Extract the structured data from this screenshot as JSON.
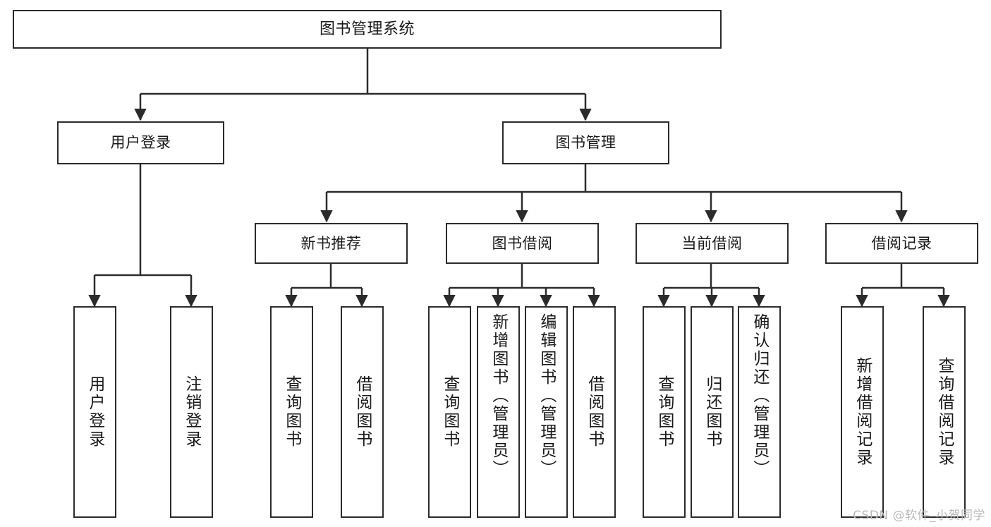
{
  "diagram": {
    "title": "图书管理系统",
    "type": "tree-hierarchy",
    "colors": {
      "border": "#2b2b2b",
      "background": "#ffffff",
      "text": "#1a1a1a",
      "watermark": "#b9b9b9"
    },
    "levels": {
      "level1": [
        "图书管理系统"
      ],
      "level2": [
        "用户登录",
        "图书管理"
      ],
      "level3": [
        "新书推荐",
        "图书借阅",
        "当前借阅",
        "借阅记录"
      ],
      "level4": [
        "用户登录",
        "注销登录",
        "查询图书",
        "借阅图书",
        "查询图书",
        "新增图书（管理员）",
        "编辑图书（管理员）",
        "借阅图书",
        "查询图书",
        "归还图书",
        "确认归还（管理员）",
        "新增借阅记录",
        "查询借阅记录"
      ]
    },
    "nodes": {
      "root": {
        "label": "图书管理系统"
      },
      "user_login": {
        "label": "用户登录"
      },
      "book_mgmt": {
        "label": "图书管理"
      },
      "new_book_rec": {
        "label": "新书推荐"
      },
      "book_borrow": {
        "label": "图书借阅"
      },
      "current_borrow": {
        "label": "当前借阅"
      },
      "borrow_record": {
        "label": "借阅记录"
      },
      "leaf_user_login": {
        "label": "用户登录"
      },
      "leaf_logout": {
        "label": "注销登录"
      },
      "leaf_query_book_1": {
        "label": "查询图书"
      },
      "leaf_borrow_book_1": {
        "label": "借阅图书"
      },
      "leaf_query_book_2": {
        "label": "查询图书"
      },
      "leaf_add_book": {
        "label": "新增图书（管理员）"
      },
      "leaf_edit_book": {
        "label": "编辑图书（管理员）"
      },
      "leaf_borrow_book_2": {
        "label": "借阅图书"
      },
      "leaf_query_book_3": {
        "label": "查询图书"
      },
      "leaf_return_book": {
        "label": "归还图书"
      },
      "leaf_confirm_return": {
        "label": "确认归还（管理员）"
      },
      "leaf_add_record": {
        "label": "新增借阅记录"
      },
      "leaf_query_record": {
        "label": "查询借阅记录"
      }
    }
  },
  "watermark": {
    "text": "CSDN @软件_小贺同学"
  }
}
